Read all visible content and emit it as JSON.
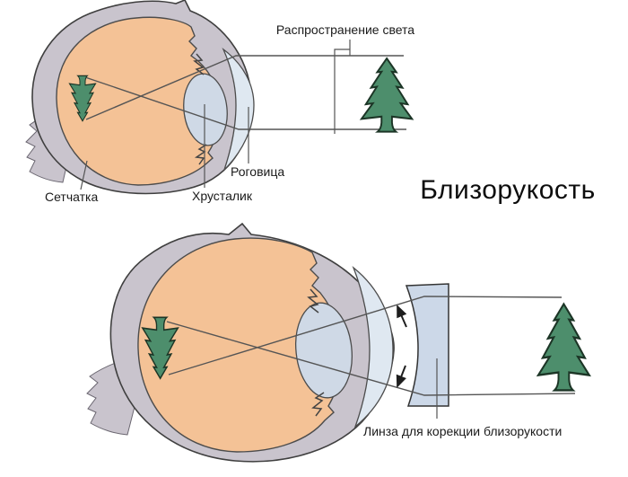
{
  "title": "Близорукость",
  "top_diagram": {
    "light_propagation_label": "Распространение света",
    "retina_label": "Сетчатка",
    "lens_label": "Хрусталик",
    "cornea_label": "Роговица"
  },
  "bottom_diagram": {
    "corrective_lens_label": "Линза для корекции близорукости"
  },
  "colors": {
    "sclera": "#c9c4cd",
    "eye_interior": "#f4c296",
    "lens": "#cfd9e6",
    "cornea": "#dfe8f1",
    "corrective_lens": "#ccd8e8",
    "tree": "#4d8e6c",
    "outline": "#3f3f3f",
    "background": "#ffffff"
  }
}
